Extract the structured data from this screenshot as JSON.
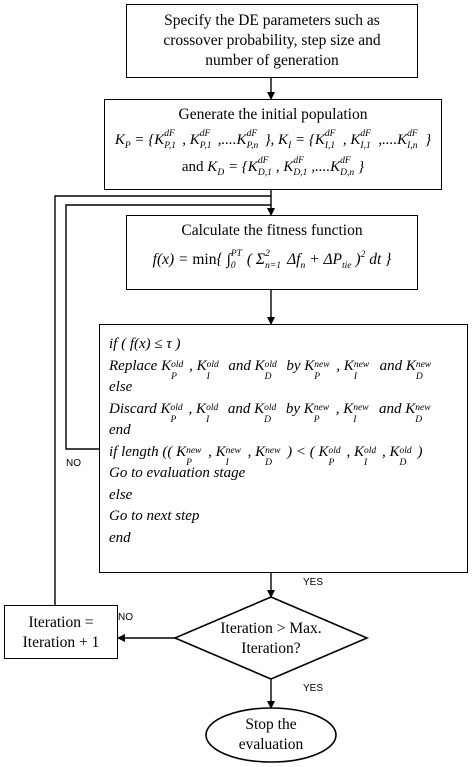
{
  "step1": {
    "line1": "Specify the DE parameters such as",
    "line2": "crossover probability, step size and",
    "line3": "number of generation"
  },
  "step2": {
    "title": "Generate the initial population",
    "and_text": "and"
  },
  "step3": {
    "title": "Calculate the fitness function"
  },
  "step4": {
    "if": "if",
    "replace": "Replace",
    "and": "and",
    "by": "by",
    "else": "else",
    "discard": "Discard",
    "end": "end",
    "if_length": "if length",
    "go_eval": "Go to evaluation stage",
    "else2": "else",
    "go_next": "Go to next step",
    "end2": "end"
  },
  "decision": {
    "line1": "Iteration > Max.",
    "line2": "Iteration?"
  },
  "iterate": {
    "line1": "Iteration =",
    "line2": "Iteration + 1"
  },
  "terminal": {
    "line1": "Stop the",
    "line2": "evaluation"
  },
  "labels": {
    "no_left": "NO",
    "yes_top": "YES",
    "no_decision": "NO",
    "yes_bottom": "YES"
  }
}
